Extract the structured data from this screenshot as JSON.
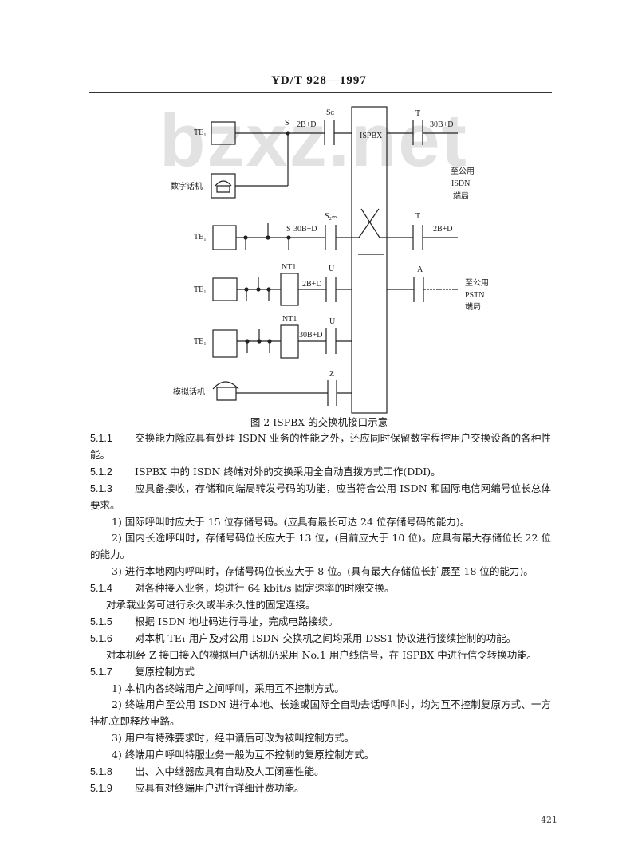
{
  "header": "YD/T 928—1997",
  "watermark": "bzxz.net",
  "figure": {
    "caption": "图 2  ISPBX 的交换机接口示意",
    "ispbx": "ISPBX",
    "te1": "TE₁",
    "digital_phone": "数字话机",
    "analog_phone": "模拟话机",
    "nt1": "NT1",
    "s": "S",
    "s_b": "S",
    "sc": "Sᴄ",
    "s2m": "S₂ₘ",
    "t": "T",
    "u": "U",
    "a": "A",
    "z": "Z",
    "l_2bd": "2B+D",
    "l_30bd": "30B+D",
    "isdn_dest": [
      "至公用",
      "ISDN",
      "端局"
    ],
    "pstn_dest": [
      "至公用",
      "PSTN",
      "端局"
    ]
  },
  "lines": [
    {
      "sec": "5.1.1",
      "text": "交换能力除应具有处理 ISDN 业务的性能之外，还应同时保留数字程控用户交换设备的各种性"
    },
    {
      "text": "能。"
    },
    {
      "sec": "5.1.2",
      "text": "ISPBX 中的 ISDN 终端对外的交换采用全自动直拨方式工作(DDI)。"
    },
    {
      "sec": "5.1.3",
      "text": "应具备接收，存储和向端局转发号码的功能，应当符合公用 ISDN 和国际电信网编号位长总体"
    },
    {
      "text": "要求。"
    },
    {
      "text": "1) 国际呼叫时应大于 15 位存储号码。(应具有最长可达 24 位存储号码的能力)。"
    },
    {
      "text": "2) 国内长途呼叫时，存储号码位长应大于 13 位，(目前应大于 10 位)。应具有最大存储位长 22 位"
    },
    {
      "text": "的能力。"
    },
    {
      "text": "3) 进行本地网内呼叫时，存储号码位长应大于 8 位。(具有最大存储位长扩展至 18 位的能力)。"
    },
    {
      "sec": "5.1.4",
      "text": "对各种接入业务，均进行 64 kbit/s 固定速率的时隙交换。"
    },
    {
      "text": "对承载业务可进行永久或半永久性的固定连接。"
    },
    {
      "sec": "5.1.5",
      "text": "根据 ISDN 地址码进行寻址，完成电路接续。"
    },
    {
      "sec": "5.1.6",
      "text": "对本机 TE₁ 用户及对公用 ISDN 交换机之间均采用 DSS1 协议进行接续控制的功能。"
    },
    {
      "text": "对本机经 Z 接口接入的模拟用户话机仍采用 No.1 用户线信号，在 ISPBX 中进行信令转换功能。"
    },
    {
      "sec": "5.1.7",
      "text": "复原控制方式"
    },
    {
      "text": "1) 本机内各终端用户之间呼叫，采用互不控制方式。"
    },
    {
      "text": "2) 终端用户至公用 ISDN 进行本地、长途或国际全自动去话呼叫时，均为互不控制复原方式、一方"
    },
    {
      "text": "挂机立即释放电路。"
    },
    {
      "text": "3) 用户有特殊要求时，经申请后可改为被叫控制方式。"
    },
    {
      "text": "4) 终端用户呼叫特服业务一般为互不控制的复原控制方式。"
    },
    {
      "sec": "5.1.8",
      "text": "出、入中继器应具有自动及人工闭塞性能。"
    },
    {
      "sec": "5.1.9",
      "text": "应具有对终端用户进行详细计费功能。"
    }
  ],
  "page_number": "421"
}
